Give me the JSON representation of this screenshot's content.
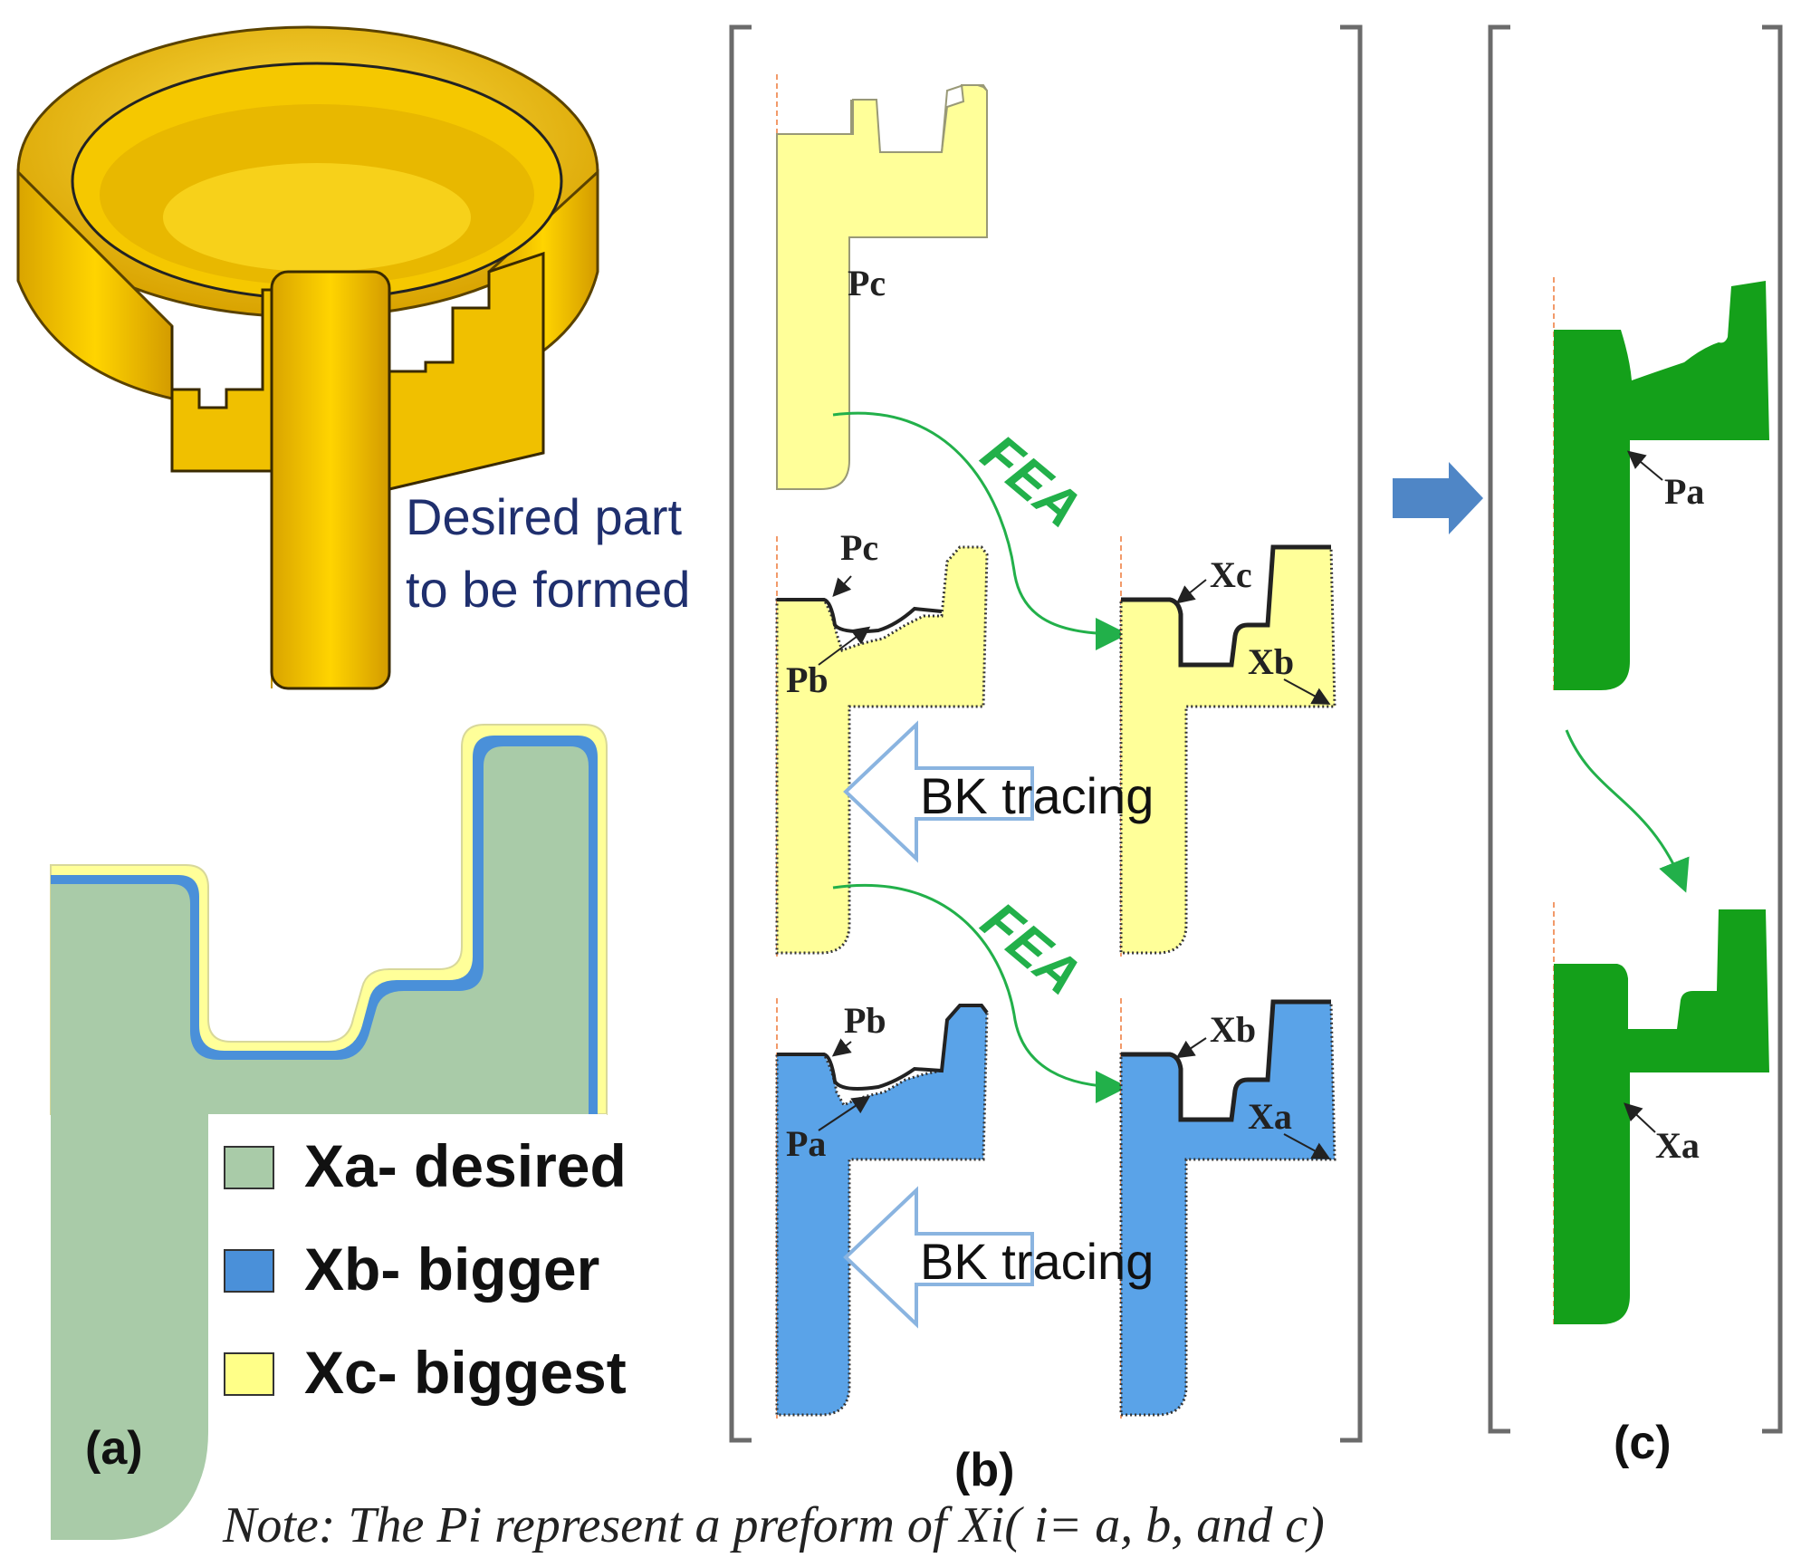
{
  "panel_a": {
    "part_label_line1": "Desired part",
    "part_label_line2": "to be formed",
    "legend": [
      {
        "label": "Xa- desired",
        "color": "#a8ccA6"
      },
      {
        "label": "Xb- bigger",
        "color": "#4a90d9"
      },
      {
        "label": "Xc- biggest",
        "color": "#ffff88"
      }
    ],
    "panel_label": "(a)"
  },
  "panel_b": {
    "labels": {
      "pc_top": "Pc",
      "pc_mid": "Pc",
      "pb_mid": "Pb",
      "xc": "Xc",
      "xb_mid": "Xb",
      "pb_bot": "Pb",
      "pa_bot": "Pa",
      "xb_bot": "Xb",
      "xa_bot": "Xa"
    },
    "fea_label": "FEA",
    "bk_label": "BK tracing",
    "panel_label": "(b)"
  },
  "panel_c": {
    "pa_label": "Pa",
    "xa_label": "Xa",
    "panel_label": "(c)"
  },
  "note": "Note: The Pi represent a preform of Xi( i= a, b, and c)",
  "colors": {
    "gold": "#f2c200",
    "yellow_fill": "#ffff99",
    "blue_fill": "#5aa3e8",
    "green_fill": "#14a01a",
    "arrow_green": "#22b04a",
    "big_arrow": "#4f86c6"
  }
}
